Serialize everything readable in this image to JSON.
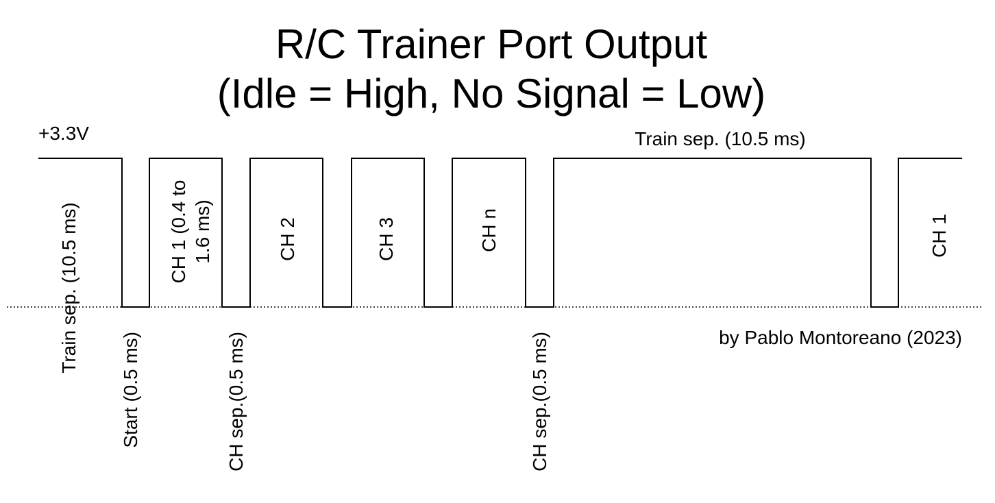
{
  "title": {
    "line1": "R/C Trainer Port Output",
    "line2": "(Idle = High, No Signal = Low)"
  },
  "voltage_label": "+3.3V",
  "train_sep_top": "Train sep. (10.5 ms)",
  "train_sep_left": "Train sep. (10.5 ms)",
  "credit": "by Pablo Montoreano (2023)",
  "pulses": {
    "ch1_line1": "CH 1 (0.4 to",
    "ch1_line2": "1.6 ms)",
    "ch2": "CH 2",
    "ch3": "CH 3",
    "chn": "CH n",
    "ch1_again": "CH 1"
  },
  "gaps": {
    "start": "Start (0.5 ms)",
    "ch_sep_1": "CH sep.(0.5 ms)",
    "ch_sep_2": "CH sep.(0.5 ms)"
  }
}
